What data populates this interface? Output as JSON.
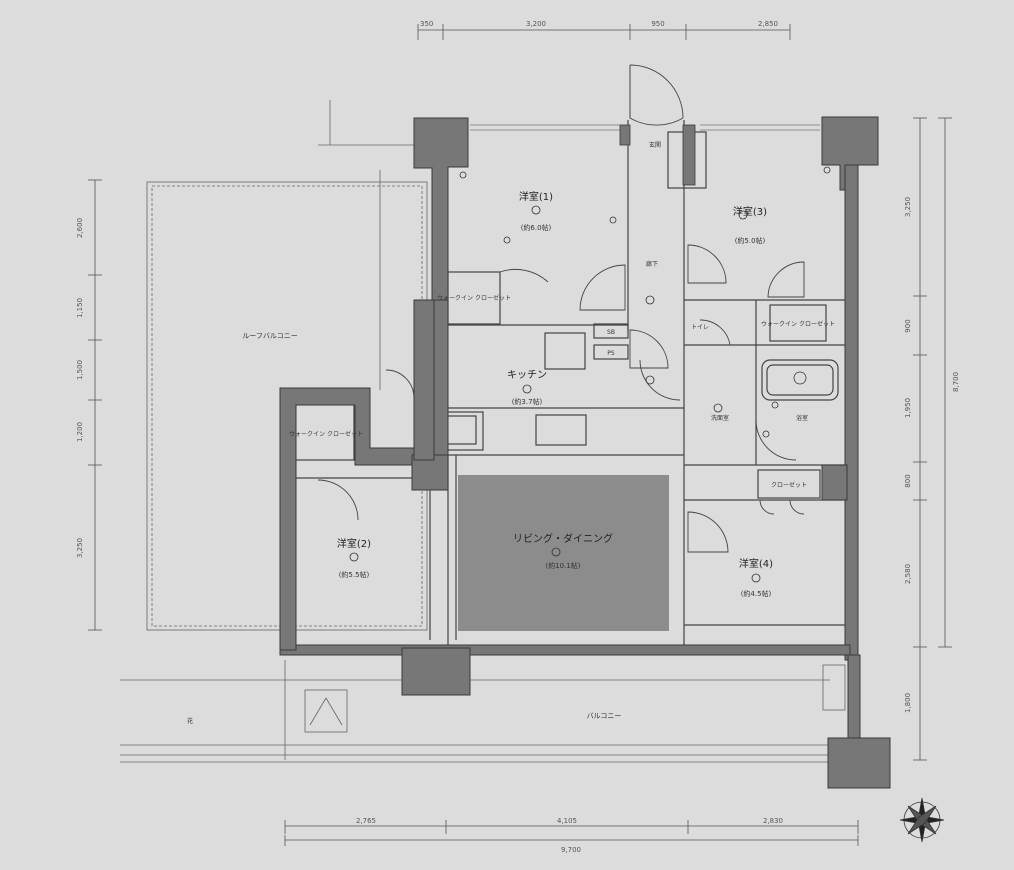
{
  "colors": {
    "paper": "#dcdcdc",
    "wall": "#777777",
    "wall_line": "#3a3a3a",
    "living_floor": "#8c8c8c",
    "line": "#555555"
  },
  "dimensions": {
    "top": [
      "350",
      "3,200",
      "950",
      "2,850"
    ],
    "bottom": [
      "2,765",
      "4,105",
      "2,830"
    ],
    "bottom_total": "9,700",
    "left": [
      "2,600",
      "1,150",
      "1,500",
      "1,200",
      "3,250"
    ],
    "right": [
      "3,250",
      "900",
      "1,950",
      "800",
      "2,580",
      "1,800"
    ],
    "right_total": "8,700"
  },
  "rooms": {
    "bed1": {
      "name": "洋室(1)",
      "area": "(約6.0帖)"
    },
    "bed3": {
      "name": "洋室(3)",
      "area": "(約5.0帖)"
    },
    "bed2": {
      "name": "洋室(2)",
      "area": "(約5.5帖)"
    },
    "bed4": {
      "name": "洋室(4)",
      "area": "(約4.5帖)"
    },
    "kitchen": {
      "name": "キッチン",
      "area": "(約3.7帖)"
    },
    "living": {
      "name": "リビング・ダイニング",
      "area": "(約10.1帖)"
    },
    "roof_balcony": "ルーフバルコニー",
    "balcony": "バルコニー",
    "corridor": "廊下",
    "entrance": "玄関",
    "toilet": "トイレ",
    "washroom": "洗面室",
    "bathroom": "浴室",
    "closet": "クローゼット",
    "walkin_closet_1": "ウォークイン クローゼット",
    "walkin_closet_3": "ウォークイン クローゼット",
    "walkin_closet_2": "ウォークイン クローゼット",
    "flower_box": "花",
    "shoes": "SB",
    "pantry": "PS"
  }
}
